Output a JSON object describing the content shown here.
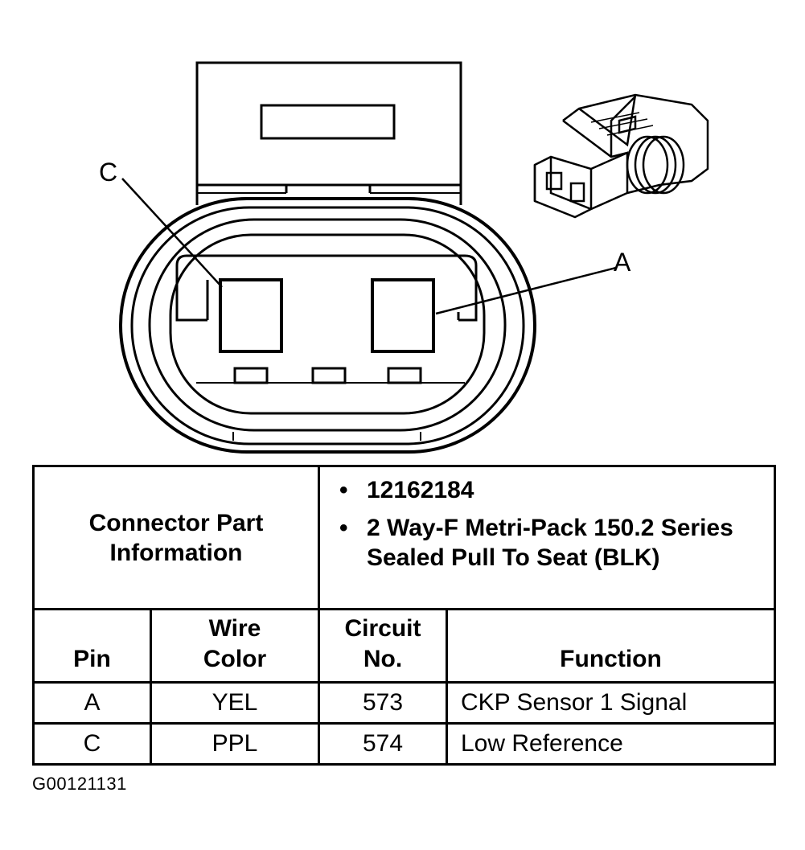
{
  "diagram": {
    "pin_labels": {
      "c": "C",
      "a": "A"
    }
  },
  "connector_info": {
    "label": "Connector Part Information",
    "bullets": [
      "12162184",
      "2 Way-F Metri-Pack 150.2 Series Sealed Pull To Seat (BLK)"
    ]
  },
  "table": {
    "headers": {
      "pin": "Pin",
      "wire_color": "Wire Color",
      "circuit": "Circuit No.",
      "function": "Function"
    },
    "rows": [
      {
        "pin": "A",
        "wire_color": "YEL",
        "circuit": "573",
        "function": "CKP Sensor 1 Signal"
      },
      {
        "pin": "C",
        "wire_color": "PPL",
        "circuit": "574",
        "function": "Low Reference"
      }
    ]
  },
  "figure_id": "G00121131"
}
